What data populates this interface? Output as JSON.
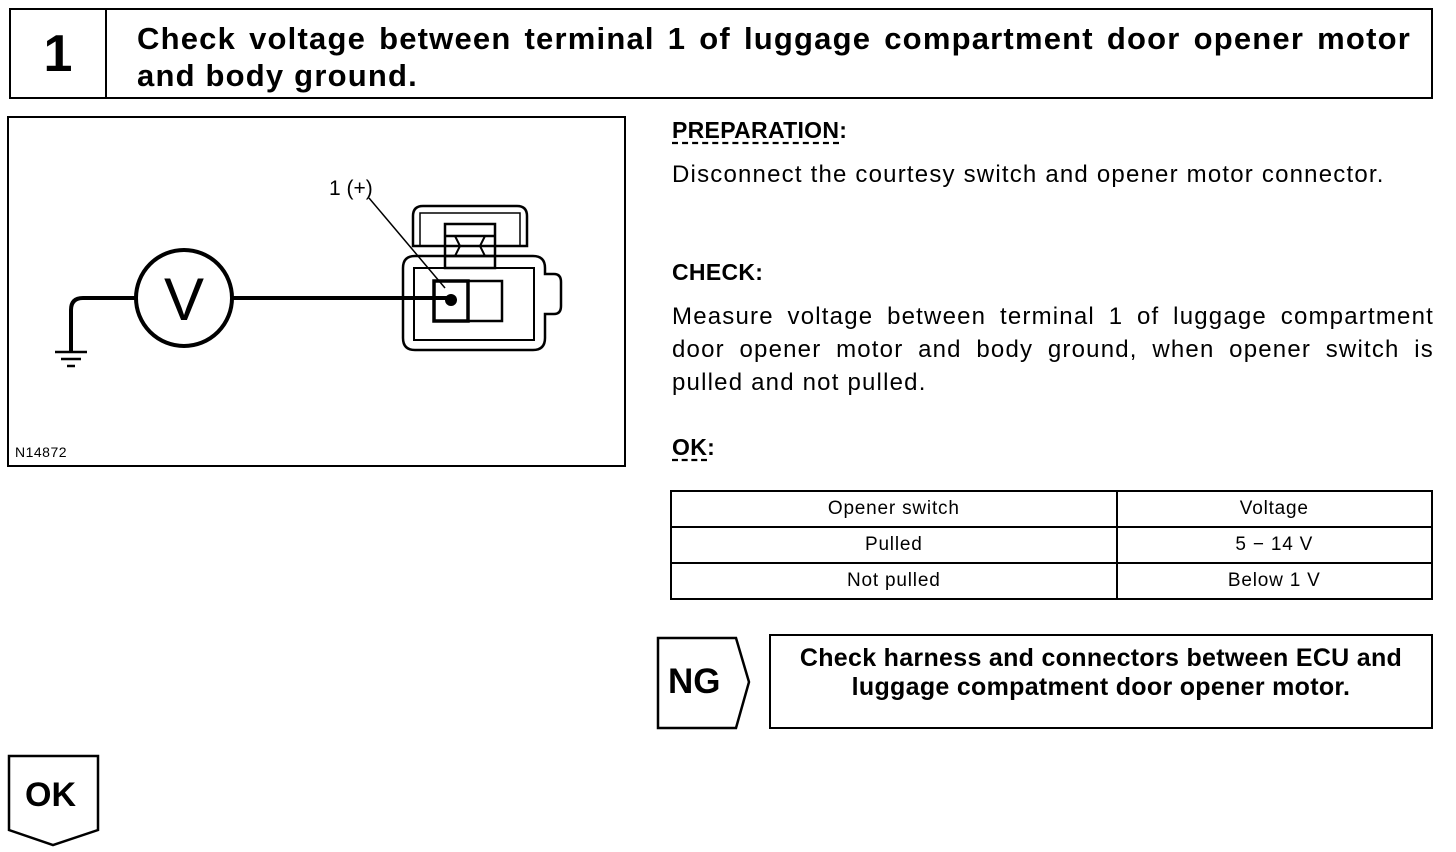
{
  "step": {
    "number": "1",
    "title": "Check voltage between terminal 1 of luggage compartment door opener motor and body ground."
  },
  "figure": {
    "terminal_label": "1 (+)",
    "meter_symbol": "V",
    "code": "N14872",
    "icons": [
      "voltmeter-icon",
      "ground-symbol-icon",
      "connector-icon"
    ]
  },
  "preparation": {
    "heading": "PREPARATION",
    "heading_suffix": ":",
    "text": "Disconnect the courtesy switch and opener motor connector."
  },
  "check": {
    "heading": "CHECK:",
    "text": "Measure voltage between terminal 1 of luggage compartment door opener motor and body ground, when opener switch is pulled and not pulled."
  },
  "ok": {
    "heading": "OK",
    "heading_suffix": ":",
    "table": {
      "headers": [
        "Opener switch",
        "Voltage"
      ],
      "rows": [
        [
          "Pulled",
          "5 − 14 V"
        ],
        [
          "Not pulled",
          "Below 1 V"
        ]
      ]
    }
  },
  "ng": {
    "label": "NG",
    "result": "Check harness and connectors between ECU and luggage compatment door opener motor."
  },
  "ok_next": {
    "label": "OK"
  }
}
